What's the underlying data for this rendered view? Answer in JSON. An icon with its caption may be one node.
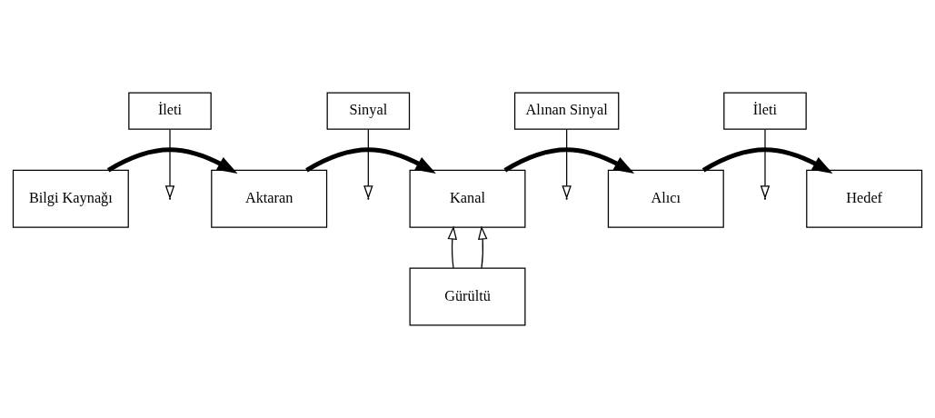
{
  "diagram": {
    "nodes": [
      {
        "text": [
          "Bilgi Kaynağı"
        ]
      },
      {
        "text": [
          "Aktaran"
        ]
      },
      {
        "text": [
          "Kanal"
        ]
      },
      {
        "text": [
          "Alıcı"
        ]
      },
      {
        "text": [
          "Hedef"
        ]
      },
      {
        "text": [
          "İleti"
        ]
      },
      {
        "text": [
          "Sinyal"
        ]
      },
      {
        "text": [
          "Alınan Sinyal"
        ]
      },
      {
        "text": [
          "İleti"
        ]
      },
      {
        "text": [
          "Gürültü"
        ]
      }
    ],
    "edges": [
      {
        "from": 0,
        "to": 1,
        "arrow": "to",
        "style": "thick"
      },
      {
        "from": 1,
        "to": 2,
        "arrow": "to",
        "style": "thick"
      },
      {
        "from": 2,
        "to": 3,
        "arrow": "to",
        "style": "thick"
      },
      {
        "from": 3,
        "to": 4,
        "arrow": "to",
        "style": "thick"
      },
      {
        "from": 5,
        "to": null,
        "arrow": "to"
      },
      {
        "from": 6,
        "to": null,
        "arrow": "to"
      },
      {
        "from": 7,
        "to": null,
        "arrow": "to"
      },
      {
        "from": 8,
        "to": null,
        "arrow": "to"
      },
      {
        "from": 9,
        "to": 2,
        "arrow": "to"
      },
      {
        "from": 9,
        "to": 2,
        "arrow": "to"
      }
    ]
  }
}
